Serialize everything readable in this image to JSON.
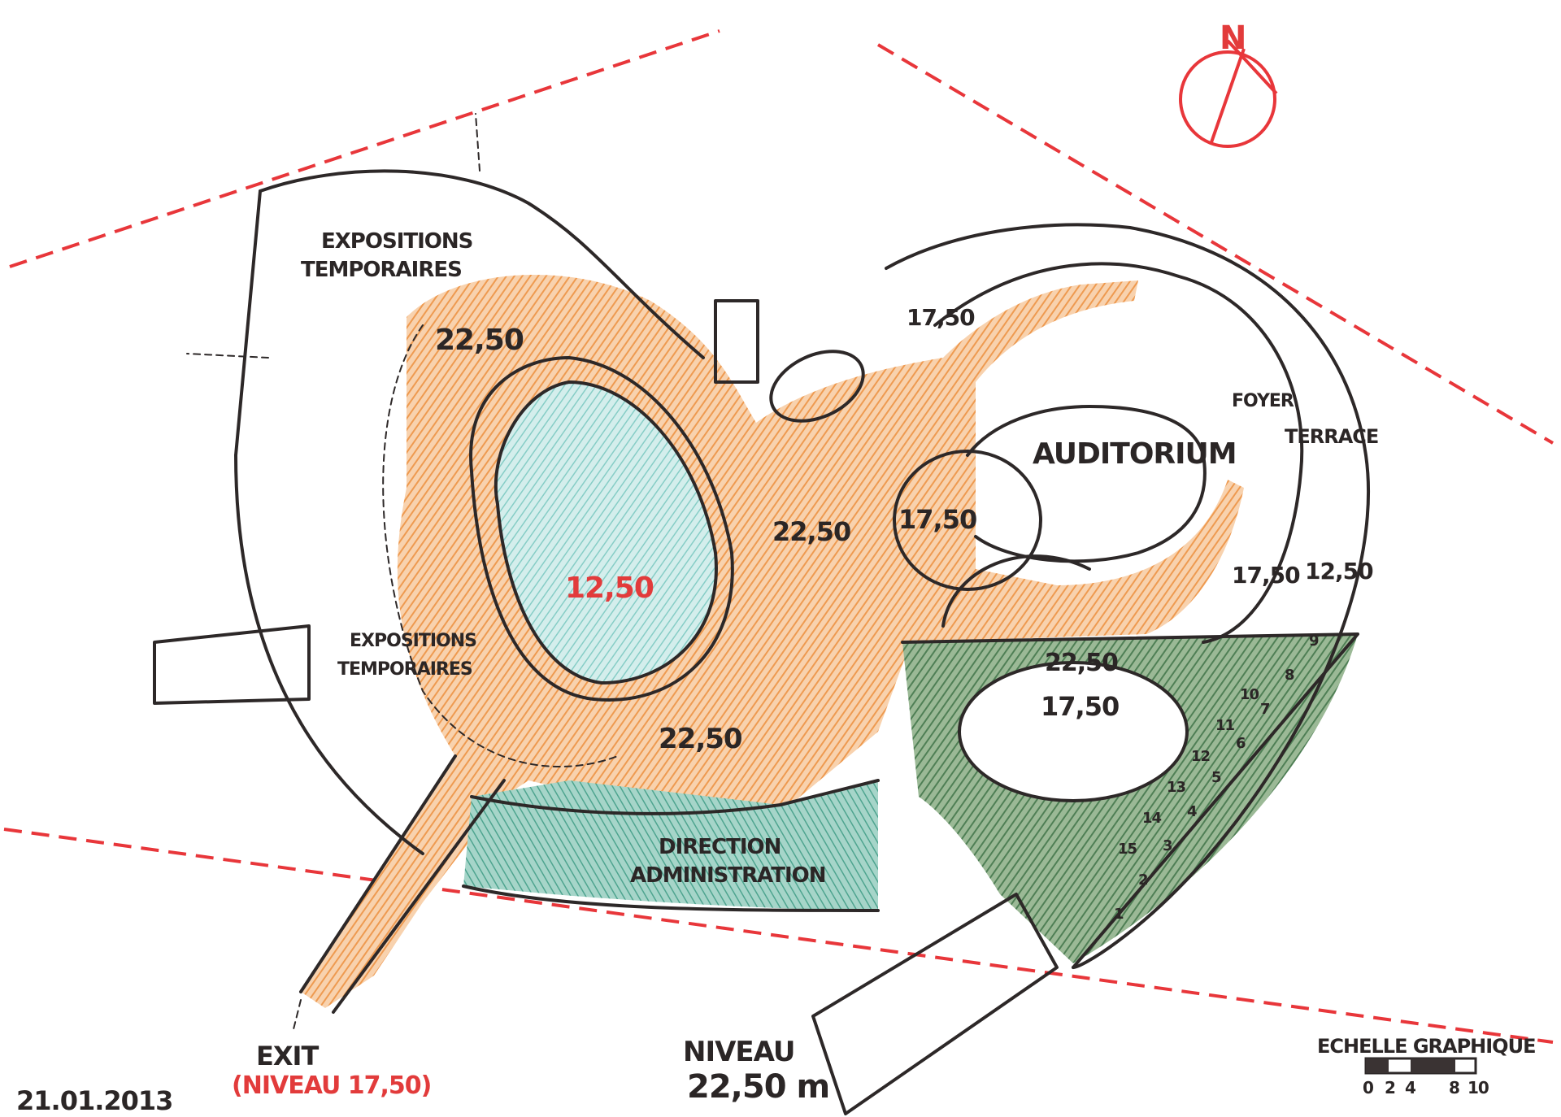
{
  "drawing": {
    "rooms": {
      "expositions_top": [
        "EXPOSITIONS",
        "TEMPORAIRES"
      ],
      "expositions_left": [
        "EXPOSITIONS",
        "TEMPORAIRES"
      ],
      "auditorium": "AUDITORIUM",
      "foyer": "FOYER",
      "terrace": "TERRACE",
      "direction": [
        "DIRECTION",
        "ADMINISTRATION"
      ]
    },
    "levels": {
      "atrium_upper": "22,50",
      "pool": "12,50",
      "center": "22,50",
      "round_room": "17,50",
      "top_right": "17,50",
      "right_1": "17,50",
      "right_2": "12,50",
      "lower_center": "22,50",
      "lower_room": "17,50",
      "lower_left": "22,50"
    },
    "seat_rows": [
      "1",
      "2",
      "3",
      "4",
      "5",
      "6",
      "7",
      "8",
      "9",
      "10",
      "11",
      "12",
      "13",
      "14",
      "15"
    ],
    "exit": {
      "label": "EXIT",
      "level": "(NIVEAU 17,50)"
    },
    "niveau": {
      "label": "NIVEAU",
      "value": "22,50 m"
    },
    "date": "21.01.2013",
    "north": "N",
    "scale": {
      "title": "ECHELLE GRAPHIQUE",
      "ticks": [
        "0",
        "2",
        "4",
        "8",
        "10"
      ]
    },
    "colors": {
      "orange": "#f0a560",
      "teal": "#7fcac4",
      "green": "#5f8c5c",
      "red": "#e8363a",
      "ink": "#2d2828"
    }
  }
}
